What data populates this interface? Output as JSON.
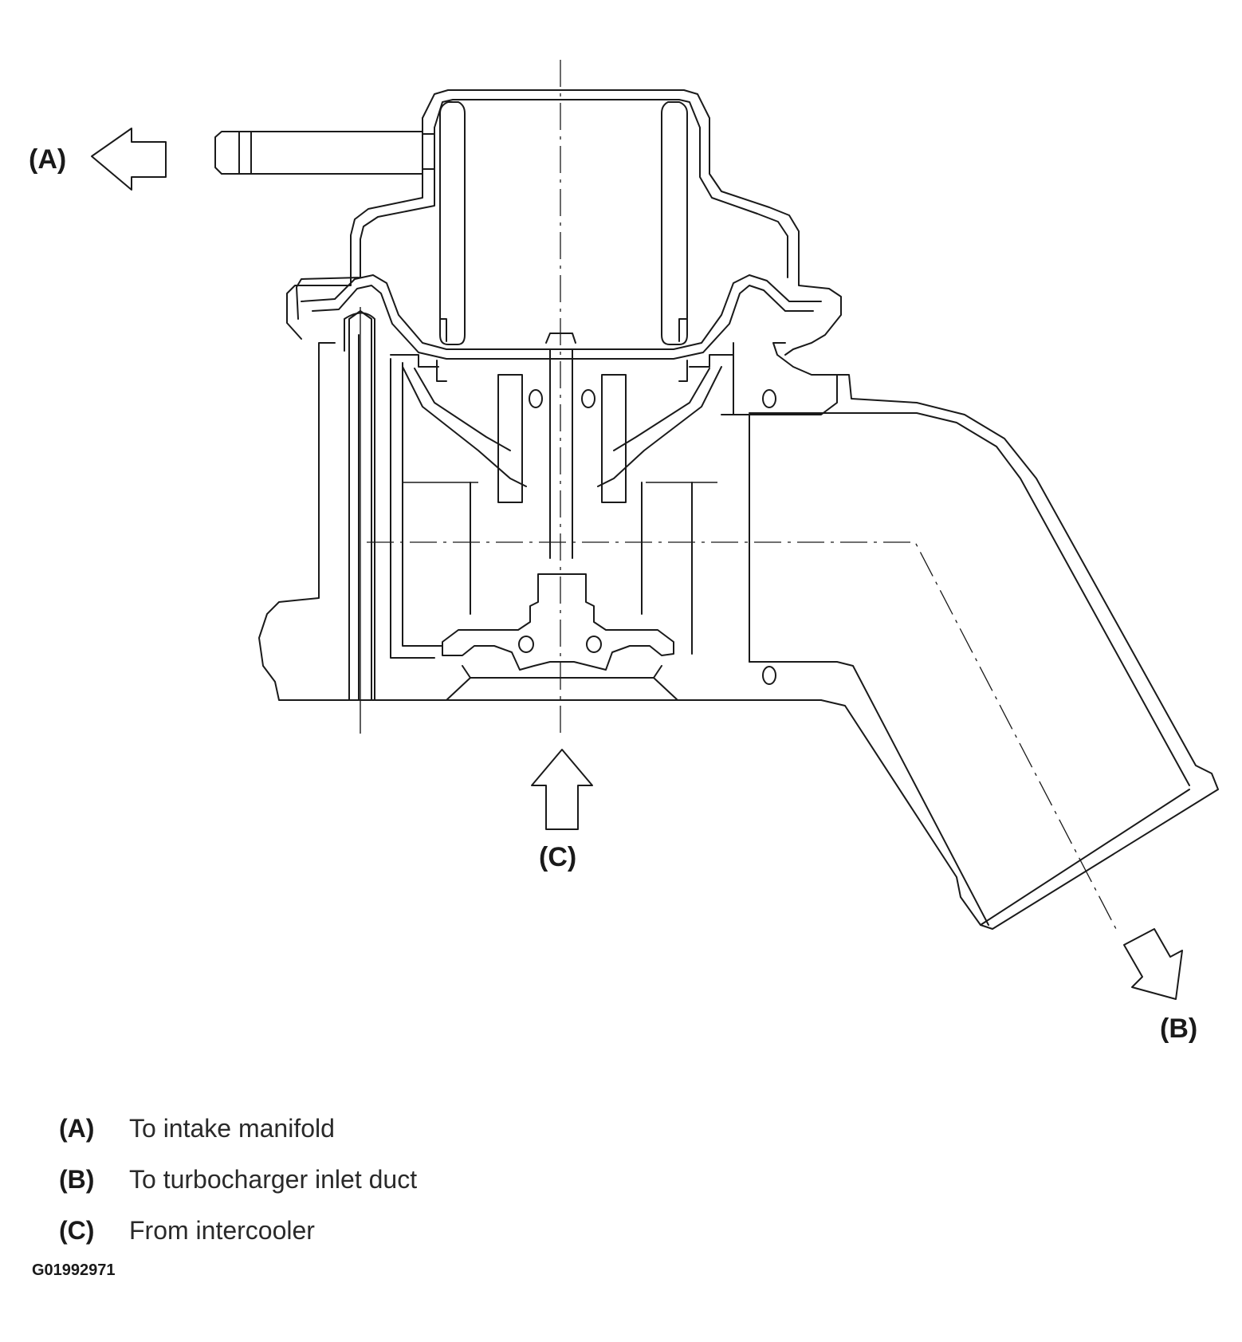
{
  "callouts": {
    "a": "(A)",
    "b": "(B)",
    "c": "(C)"
  },
  "legend": [
    {
      "key": "(A)",
      "text": "To intake manifold"
    },
    {
      "key": "(B)",
      "text": "To turbocharger inlet duct"
    },
    {
      "key": "(C)",
      "text": "From intercooler"
    }
  ],
  "figure_id": "G01992971",
  "colors": {
    "line": "#1a1a1a",
    "background": "#ffffff"
  }
}
